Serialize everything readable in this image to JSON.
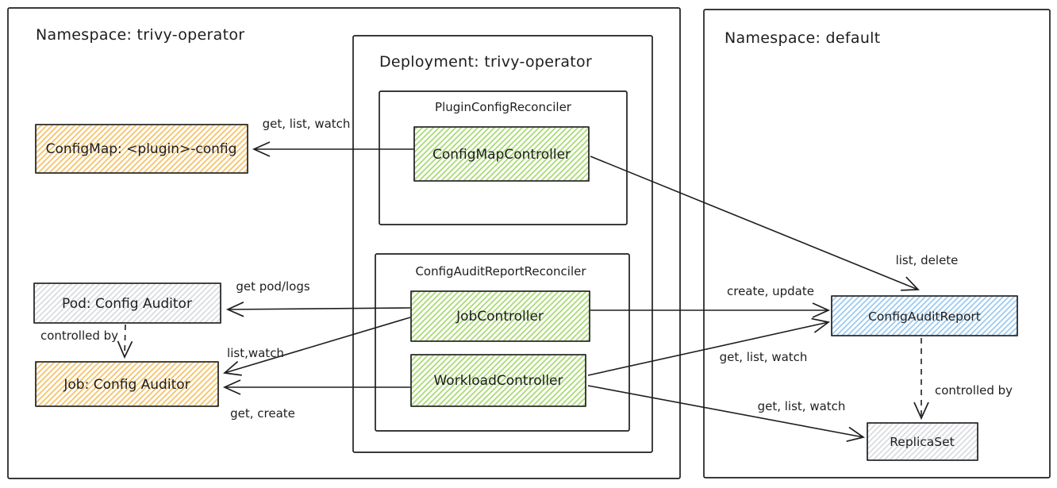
{
  "diagram": {
    "kind": "kubernetes-operator-architecture",
    "containers": {
      "namespace_trivy_operator": {
        "label": "Namespace: trivy-operator"
      },
      "deployment_trivy_operator": {
        "label": "Deployment: trivy-operator"
      },
      "plugin_config_reconciler": {
        "label": "PluginConfigReconciler"
      },
      "config_audit_report_reconciler": {
        "label": "ConfigAuditReportReconciler"
      },
      "namespace_default": {
        "label": "Namespace: default"
      }
    },
    "nodes": {
      "config_map": {
        "label": "ConfigMap: <plugin>-config",
        "color": "orange"
      },
      "pod_config_auditor": {
        "label": "Pod: Config Auditor",
        "color": "gray"
      },
      "job_config_auditor": {
        "label": "Job: Config Auditor",
        "color": "orange"
      },
      "config_map_controller": {
        "label": "ConfigMapController",
        "color": "green"
      },
      "job_controller": {
        "label": "JobController",
        "color": "green"
      },
      "workload_controller": {
        "label": "WorkloadController",
        "color": "green"
      },
      "config_audit_report": {
        "label": "ConfigAuditReport",
        "color": "blue"
      },
      "replica_set": {
        "label": "ReplicaSet",
        "color": "gray"
      }
    },
    "edges": {
      "configmapcontroller_to_configmap": {
        "label": "get, list, watch",
        "style": "solid"
      },
      "configmapcontroller_to_configauditreport": {
        "label": "list, delete",
        "style": "solid"
      },
      "jobcontroller_to_pod": {
        "label": "get pod/logs",
        "style": "solid"
      },
      "jobcontroller_to_job": {
        "label": "list,watch",
        "style": "solid"
      },
      "workloadcontroller_to_job": {
        "label": "get, create",
        "style": "solid"
      },
      "pod_to_job": {
        "label": "controlled by",
        "style": "dashed"
      },
      "jobcontroller_to_configauditreport": {
        "label": "create, update",
        "style": "solid"
      },
      "workloadcontroller_to_configauditreport": {
        "label": "get, list, watch",
        "style": "solid"
      },
      "workloadcontroller_to_replicaset": {
        "label": "get, list, watch",
        "style": "solid"
      },
      "configauditreport_to_replicaset": {
        "label": "controlled by",
        "style": "dashed"
      }
    },
    "colors": {
      "stroke": "#1e1e1e",
      "orange": "#f5c269",
      "green": "#aada74",
      "blue": "#9ccaf0",
      "gray": "#d6d9de"
    }
  }
}
